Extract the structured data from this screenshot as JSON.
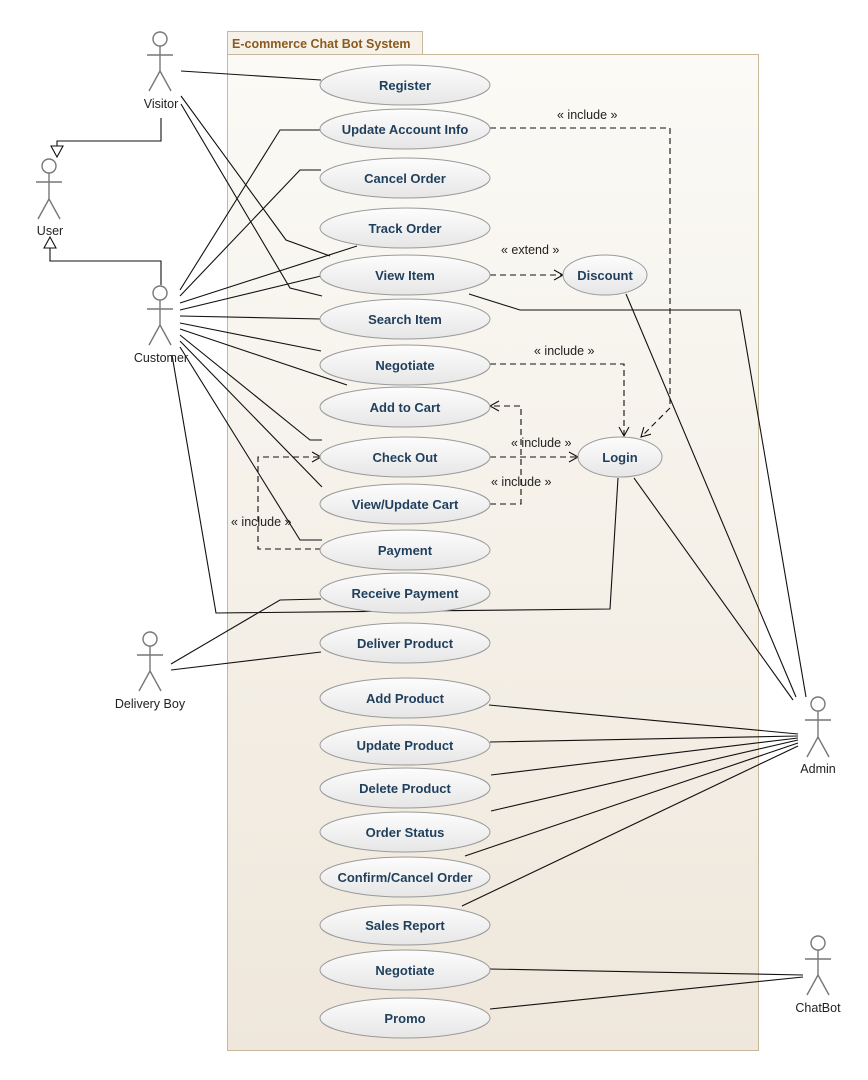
{
  "system": {
    "title": "E-commerce Chat Bot System"
  },
  "actors": {
    "visitor": "Visitor",
    "user": "User",
    "customer": "Customer",
    "delivery_boy": "Delivery Boy",
    "admin": "Admin",
    "chatbot": "ChatBot"
  },
  "use_cases": {
    "register": "Register",
    "update_account_info": "Update Account Info",
    "cancel_order": "Cancel Order",
    "track_order": "Track Order",
    "view_item": "View Item",
    "discount": "Discount",
    "search_item": "Search Item",
    "negotiate": "Negotiate",
    "add_to_cart": "Add to Cart",
    "check_out": "Check Out",
    "login": "Login",
    "view_update_cart": "View/Update Cart",
    "payment": "Payment",
    "receive_payment": "Receive Payment",
    "deliver_product": "Deliver Product",
    "add_product": "Add Product",
    "update_product": "Update Product",
    "delete_product": "Delete Product",
    "order_status": "Order Status",
    "confirm_cancel_order": "Confirm/Cancel Order",
    "sales_report": "Sales Report",
    "negotiate_bot": "Negotiate",
    "promo": "Promo"
  },
  "stereotypes": {
    "include_update_login": "« include »",
    "extend_view_discount": "« extend »",
    "include_negotiate_login": "« include »",
    "include_checkout_login": "« include »",
    "include_viewcart_addcart": "« include »",
    "include_payment_checkout": "« include »"
  }
}
